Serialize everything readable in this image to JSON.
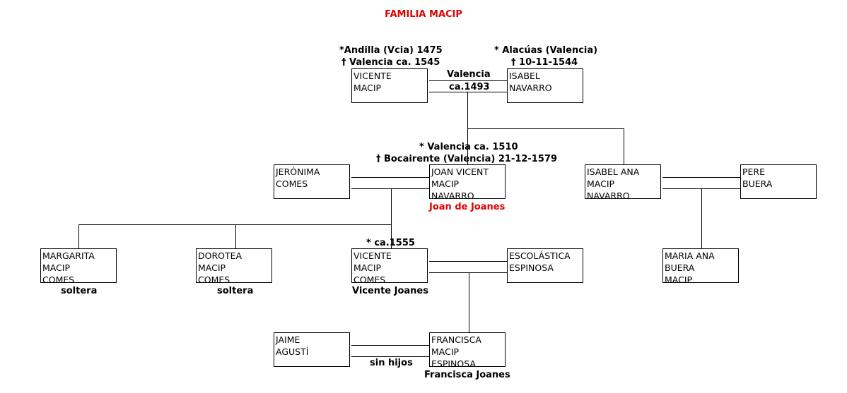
{
  "title": "FAMILIA MACIP",
  "persons": {
    "vicente_sr": [
      "VICENTE",
      "MACIP"
    ],
    "isabel_navarro": [
      "ISABEL",
      "NAVARRO"
    ],
    "jeronima": [
      "JERÓNIMA",
      "COMES"
    ],
    "joan_vicent": [
      "JOAN VICENT",
      "MACIP",
      "NAVARRO"
    ],
    "isabel_ana": [
      "ISABEL ANA",
      "MACIP",
      "NAVARRO"
    ],
    "pere": [
      "PERE",
      "BUERA"
    ],
    "margarita": [
      "MARGARITA",
      "MACIP",
      "COMES"
    ],
    "dorotea": [
      "DOROTEA",
      "MACIP",
      "COMES"
    ],
    "vicente_jr": [
      "VICENTE",
      "MACIP",
      "COMES"
    ],
    "escolastica": [
      "ESCOLÁSTICA",
      "ESPINOSA"
    ],
    "maria_ana": [
      "MARIA ANA",
      "BUERA",
      "MACIP"
    ],
    "jaime": [
      "JAIME",
      "AGUSTÍ"
    ],
    "francisca": [
      "FRANCISCA",
      "MACIP",
      "ESPINOSA"
    ]
  },
  "annotations": {
    "vicente_birth": "*Andilla (Vcia) 1475",
    "vicente_death": "† Valencia ca. 1545",
    "isabel_birth": "* Alacúas (Valencia)",
    "isabel_death": "† 10-11-1544",
    "marriage_place": "Valencia",
    "marriage_date": "ca.1493",
    "joan_birth": "* Valencia ca. 1510",
    "joan_death": "† Bocairente (Valencia) 21-12-1579",
    "joan_alias": "Joan de Joanes",
    "vicente_jr_birth": "* ca.1555",
    "vicente_jr_alias": "Vicente Joanes",
    "margarita_note": "soltera",
    "dorotea_note": "soltera",
    "sin_hijos": "sin hijos",
    "francisca_alias": "Francisca Joanes"
  }
}
